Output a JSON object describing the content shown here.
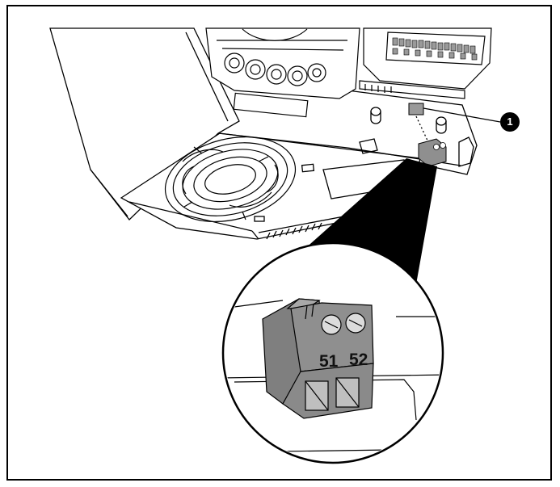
{
  "figure": {
    "callout": {
      "number": "1"
    },
    "terminals": {
      "left": "51",
      "right": "52"
    },
    "colors": {
      "line": "#000000",
      "connector": "#8f8f8f",
      "background": "#ffffff"
    }
  }
}
